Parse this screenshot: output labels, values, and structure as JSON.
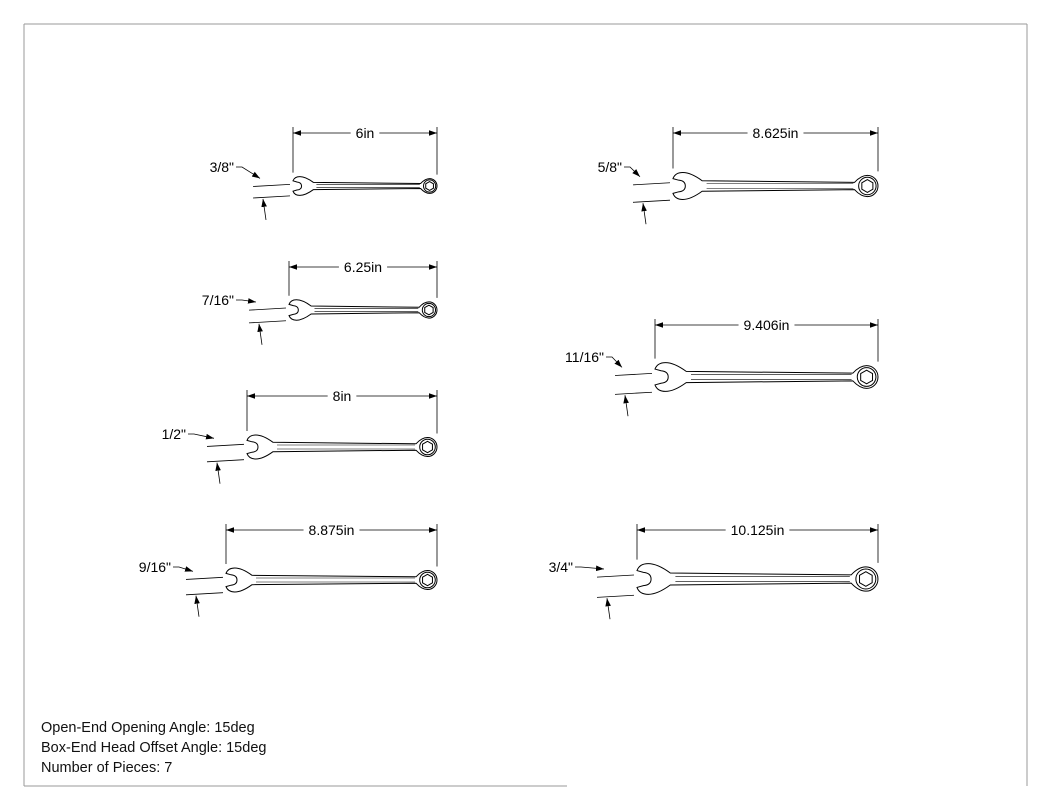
{
  "wrenches": [
    {
      "size": "3/8\"",
      "length": "6in"
    },
    {
      "size": "7/16\"",
      "length": "6.25in"
    },
    {
      "size": "1/2\"",
      "length": "8in"
    },
    {
      "size": "9/16\"",
      "length": "8.875in"
    },
    {
      "size": "5/8\"",
      "length": "8.625in"
    },
    {
      "size": "11/16\"",
      "length": "9.406in"
    },
    {
      "size": "3/4\"",
      "length": "10.125in"
    }
  ],
  "notes": {
    "opening_angle": "Open-End Opening Angle: 15deg",
    "offset_angle": "Box-End Head Offset Angle: 15deg",
    "pieces": "Number of Pieces: 7"
  },
  "colors": {
    "line": "#000000",
    "border": "#9a9a9a",
    "paper": "#ffffff"
  }
}
